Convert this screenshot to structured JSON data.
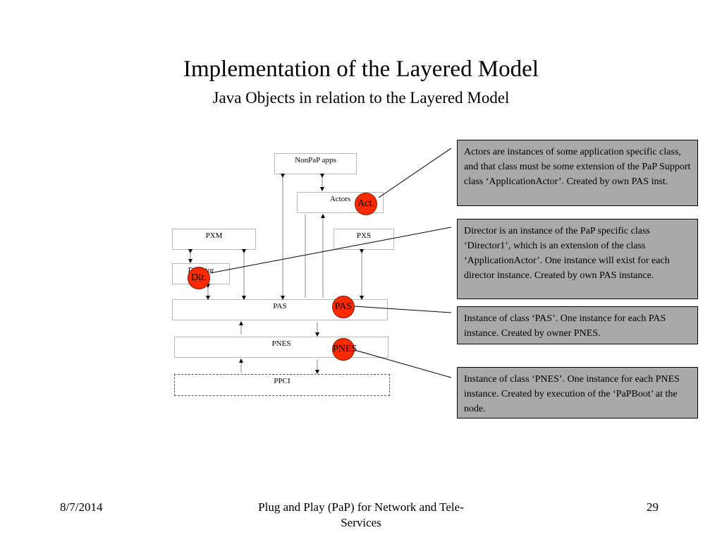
{
  "title": "Implementation of the Layered Model",
  "subtitle": "Java Objects in relation to the Layered Model",
  "diagram": {
    "nonpap": "NonPaP apps",
    "actors": "Actors",
    "pxm": "PXM",
    "pxs": "PXS",
    "director": "Director",
    "pas": "PAS",
    "pnes": "PNES",
    "ppci": "PPCI"
  },
  "circles": {
    "act": "Act.",
    "dir": "Dir.",
    "pas": "PAS",
    "pnes": "PNES"
  },
  "notes": {
    "actors": "Actors are instances of some application specific class, and that class must be some extension of the PaP Support class ‘ApplicationActor’. Created by own PAS inst.",
    "director": "Director is an instance of the PaP specific class ‘Director1’, which is an extension of the class ‘ApplicationActor’. One instance will exist for each director instance. Created by own PAS instance.",
    "pas": "Instance of class ‘PAS’. One instance for each PAS instance. Created by owner PNES.",
    "pnes": "Instance of class ‘PNES’. One instance for each PNES instance. Created by execution of the ‘PaPBoot’ at the node."
  },
  "colors": {
    "circle_fill": "#ff2a00",
    "note_fill": "#a9a9a9"
  },
  "footer": {
    "date": "8/7/2014",
    "center": "Plug and Play (PaP) for Network and Tele-Services",
    "page": "29"
  }
}
